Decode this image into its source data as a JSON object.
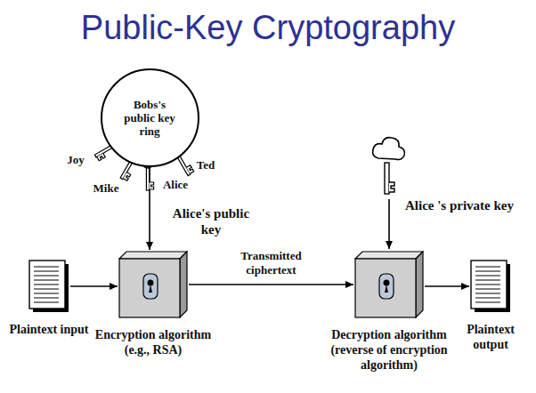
{
  "diagram": {
    "title": "Public-Key Cryptography",
    "nodes": [
      {
        "text": [
          "Bobs's public key ring"
        ]
      },
      {
        "text": [
          "Plaintext input"
        ]
      },
      {
        "text": [
          "Encryption algorithm (e.g., RSA)"
        ]
      },
      {
        "text": [
          "Decryption algorithm (reverse of encryption algorithm)"
        ]
      },
      {
        "text": [
          "Plaintext output"
        ]
      }
    ],
    "edges": [
      {
        "from": 0,
        "to": 2,
        "arrow": "to",
        "label": "Alice's public key"
      },
      {
        "from": 1,
        "to": 2,
        "arrow": "to"
      },
      {
        "from": 2,
        "to": 3,
        "arrow": "to",
        "label": "Transmitted ciphertext"
      },
      {
        "from": 3,
        "to": 4,
        "arrow": "to"
      }
    ],
    "labels": [
      "Joy",
      "Mike",
      "Alice",
      "Ted",
      "Alice 's private key"
    ]
  }
}
